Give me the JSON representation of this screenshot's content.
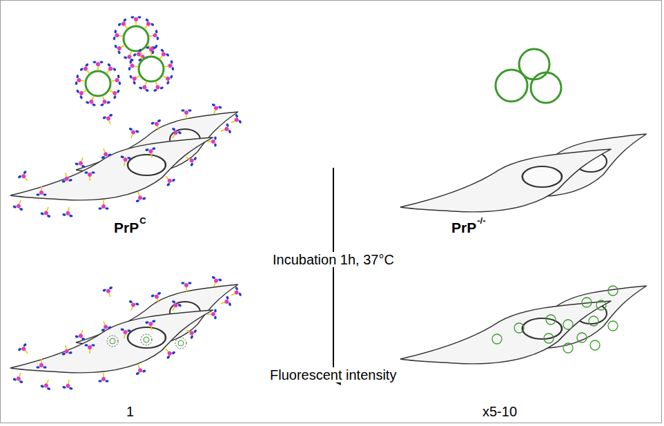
{
  "diagram": {
    "labels": [
      "PrP",
      "C",
      "PrP",
      "-/-",
      "Incubation 1h, 37°C",
      "Fluorescent intensity",
      "1",
      "x5-10"
    ]
  }
}
